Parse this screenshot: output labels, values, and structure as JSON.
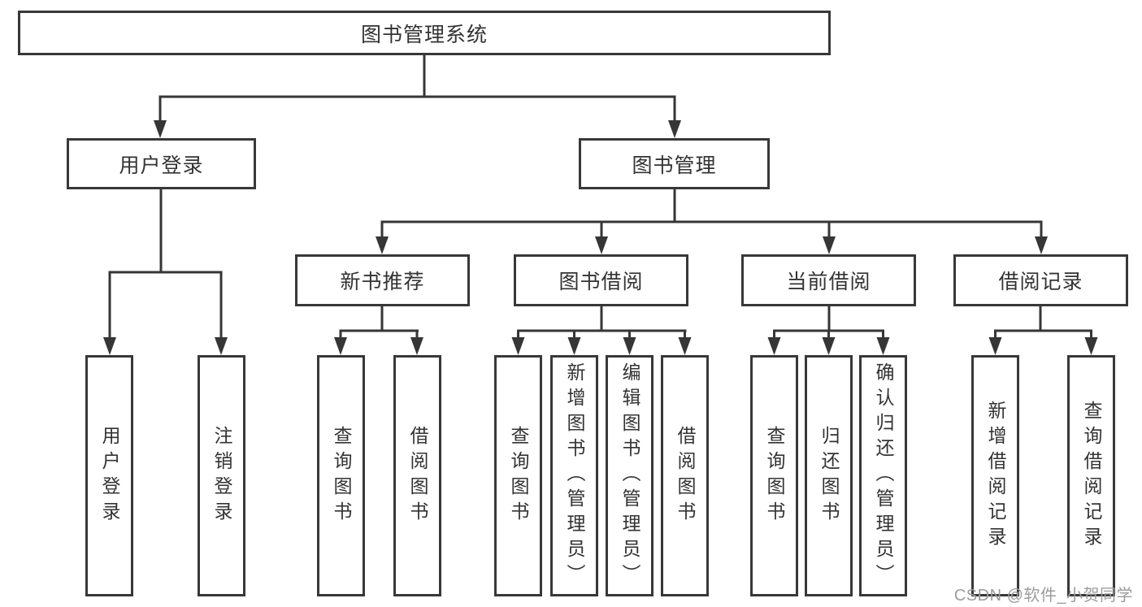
{
  "diagram_title": "图书管理系统",
  "tree": {
    "root": "图书管理系统",
    "branches": [
      {
        "label": "用户登录",
        "children": [
          "用户登录",
          "注销登录"
        ]
      },
      {
        "label": "图书管理",
        "children": [
          {
            "label": "新书推荐",
            "children": [
              "查询图书",
              "借阅图书"
            ]
          },
          {
            "label": "图书借阅",
            "children": [
              "查询图书",
              "新增图书（管理员）",
              "编辑图书（管理员）",
              "借阅图书"
            ]
          },
          {
            "label": "当前借阅",
            "children": [
              "查询图书",
              "归还图书",
              "确认归还（管理员）"
            ]
          },
          {
            "label": "借阅记录",
            "children": [
              "新增借阅记录",
              "查询借阅记录"
            ]
          }
        ]
      }
    ]
  },
  "watermark": "CSDN @软件_小贺同学",
  "colors": {
    "line": "#363636",
    "box_border": "#383838",
    "text": "#333333",
    "watermark": "#9c9c9c",
    "background": "#ffffff"
  }
}
